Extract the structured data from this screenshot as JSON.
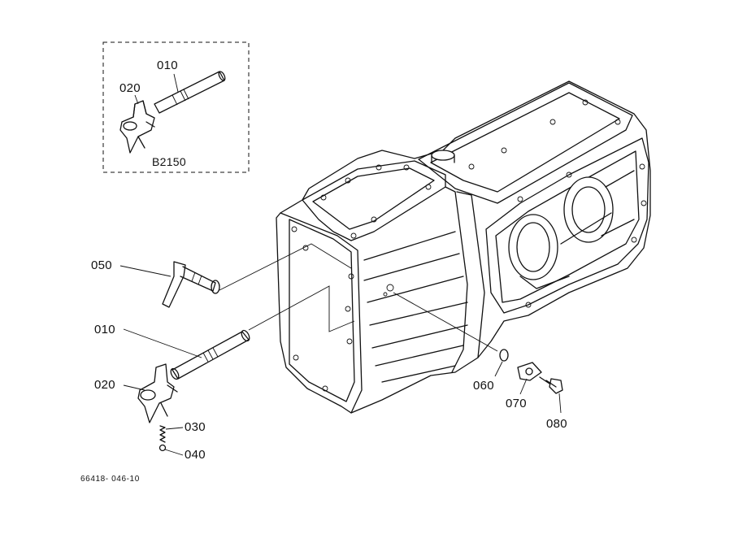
{
  "labels": {
    "inset_shaft": "010",
    "inset_fork": "020",
    "inset_model": "B2150",
    "lever": "050",
    "shaft": "010",
    "fork": "020",
    "spring": "030",
    "ball": "040",
    "oring": "060",
    "plate": "070",
    "bolt": "080"
  },
  "drawing_code": "66418- 046-10"
}
